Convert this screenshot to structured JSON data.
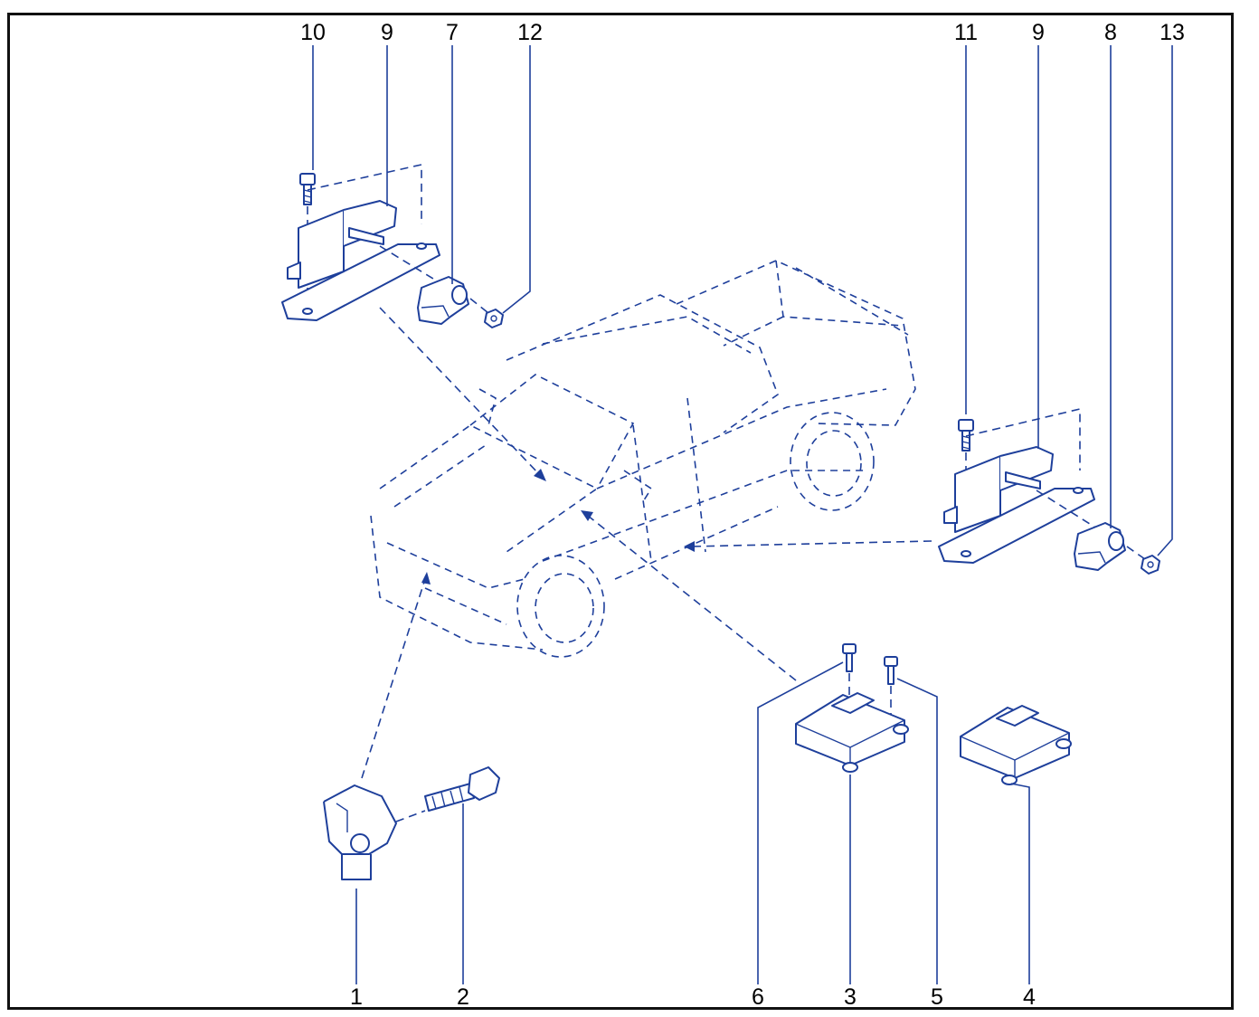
{
  "callouts": [
    "1",
    "2",
    "3",
    "4",
    "5",
    "6",
    "7",
    "8",
    "9",
    "9",
    "10",
    "11",
    "12",
    "13"
  ],
  "colors": {
    "line": "#1e3f9b",
    "frame": "#111111",
    "text": "#000000"
  }
}
